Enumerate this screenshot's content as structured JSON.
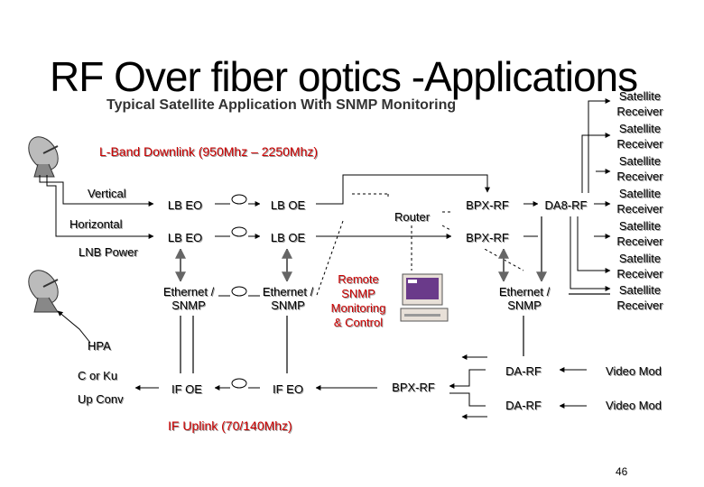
{
  "title": "RF Over fiber optics -Applications",
  "subtitle": "Typical Satellite Application With SNMP Monitoring",
  "downlink_label": "L-Band Downlink (950Mhz – 2250Mhz)",
  "uplink_label": "IF Uplink (70/140Mhz)",
  "labels": {
    "vertical": "Vertical",
    "horizontal": "Horizontal",
    "lnb_power": "LNB Power",
    "hpa": "HPA",
    "c_or_ku": "C or Ku",
    "up_conv": "Up Conv",
    "router": "Router"
  },
  "boxes": {
    "lb_eo_1": "LB EO",
    "lb_oe_1": "LB OE",
    "lb_eo_2": "LB EO",
    "lb_oe_2": "LB OE",
    "eth_1": "Ethernet / SNMP",
    "eth_2": "Ethernet / SNMP",
    "eth_3": "Ethernet / SNMP",
    "if_oe": "IF OE",
    "if_eo": "IF EO",
    "bpx_rf_1": "BPX-RF",
    "bpx_rf_2": "BPX-RF",
    "bpx_rf_3": "BPX-RF",
    "da8_rf": "DA8-RF",
    "da_rf_1": "DA-RF",
    "da_rf_2": "DA-RF",
    "video_mod_1": "Video Mod",
    "video_mod_2": "Video Mod"
  },
  "remote": {
    "line1": "Remote",
    "line2": "SNMP",
    "line3": "Monitoring",
    "line4": "& Control"
  },
  "receivers": [
    "Satellite Receiver",
    "Satellite Receiver",
    "Satellite Receiver",
    "Satellite Receiver",
    "Satellite Receiver",
    "Satellite Receiver",
    "Satellite Receiver"
  ],
  "page_number": "46"
}
